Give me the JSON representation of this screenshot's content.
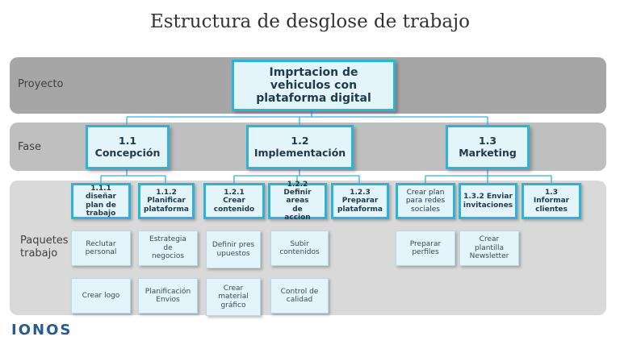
{
  "title": "Estructura de desglose de trabajo",
  "bands": {
    "project": "Proyecto",
    "phase": "Fase",
    "packages": "Paquetes\ntrabajo"
  },
  "project_box": "Imprtacion de vehiculos con plataforma digital",
  "phases": {
    "p1": "1.1 Concepción",
    "p2": "1.2 Implementación",
    "p3": "1.3 Marketing"
  },
  "packages": {
    "k111": "1.1.1 diseñar plan de trabajo",
    "k112": "1.1.2 Planificar plataforma",
    "k121": "1.2.1 Crear contenido",
    "k122": "1.2.2 Definir areas de accion",
    "k123": "1.2.3 Preparar plataforma",
    "k131": "Crear plan para redes sociales",
    "k132": "1.3.2 Enviar invitaciones",
    "k133": "1.3 Informar clientes"
  },
  "tasks": {
    "t1": "Reclutar personal",
    "t2": "Crear logo",
    "t3": "Estrategia de negocios",
    "t4": "Planificación Envios",
    "t5": "Definir presupuestos",
    "t6": "Crear material gráfico",
    "t7": "Subir contenidos",
    "t8": "Control de calidad",
    "t9": "Preparar perfiles",
    "t10": "Crear plantilla Newsletter"
  },
  "logo": "IONOS",
  "colors": {
    "band": "#a6a6a6",
    "band_light": "#d9d9d9",
    "accent": "#2bb3d9",
    "box_fill": "#e3f4fb"
  }
}
